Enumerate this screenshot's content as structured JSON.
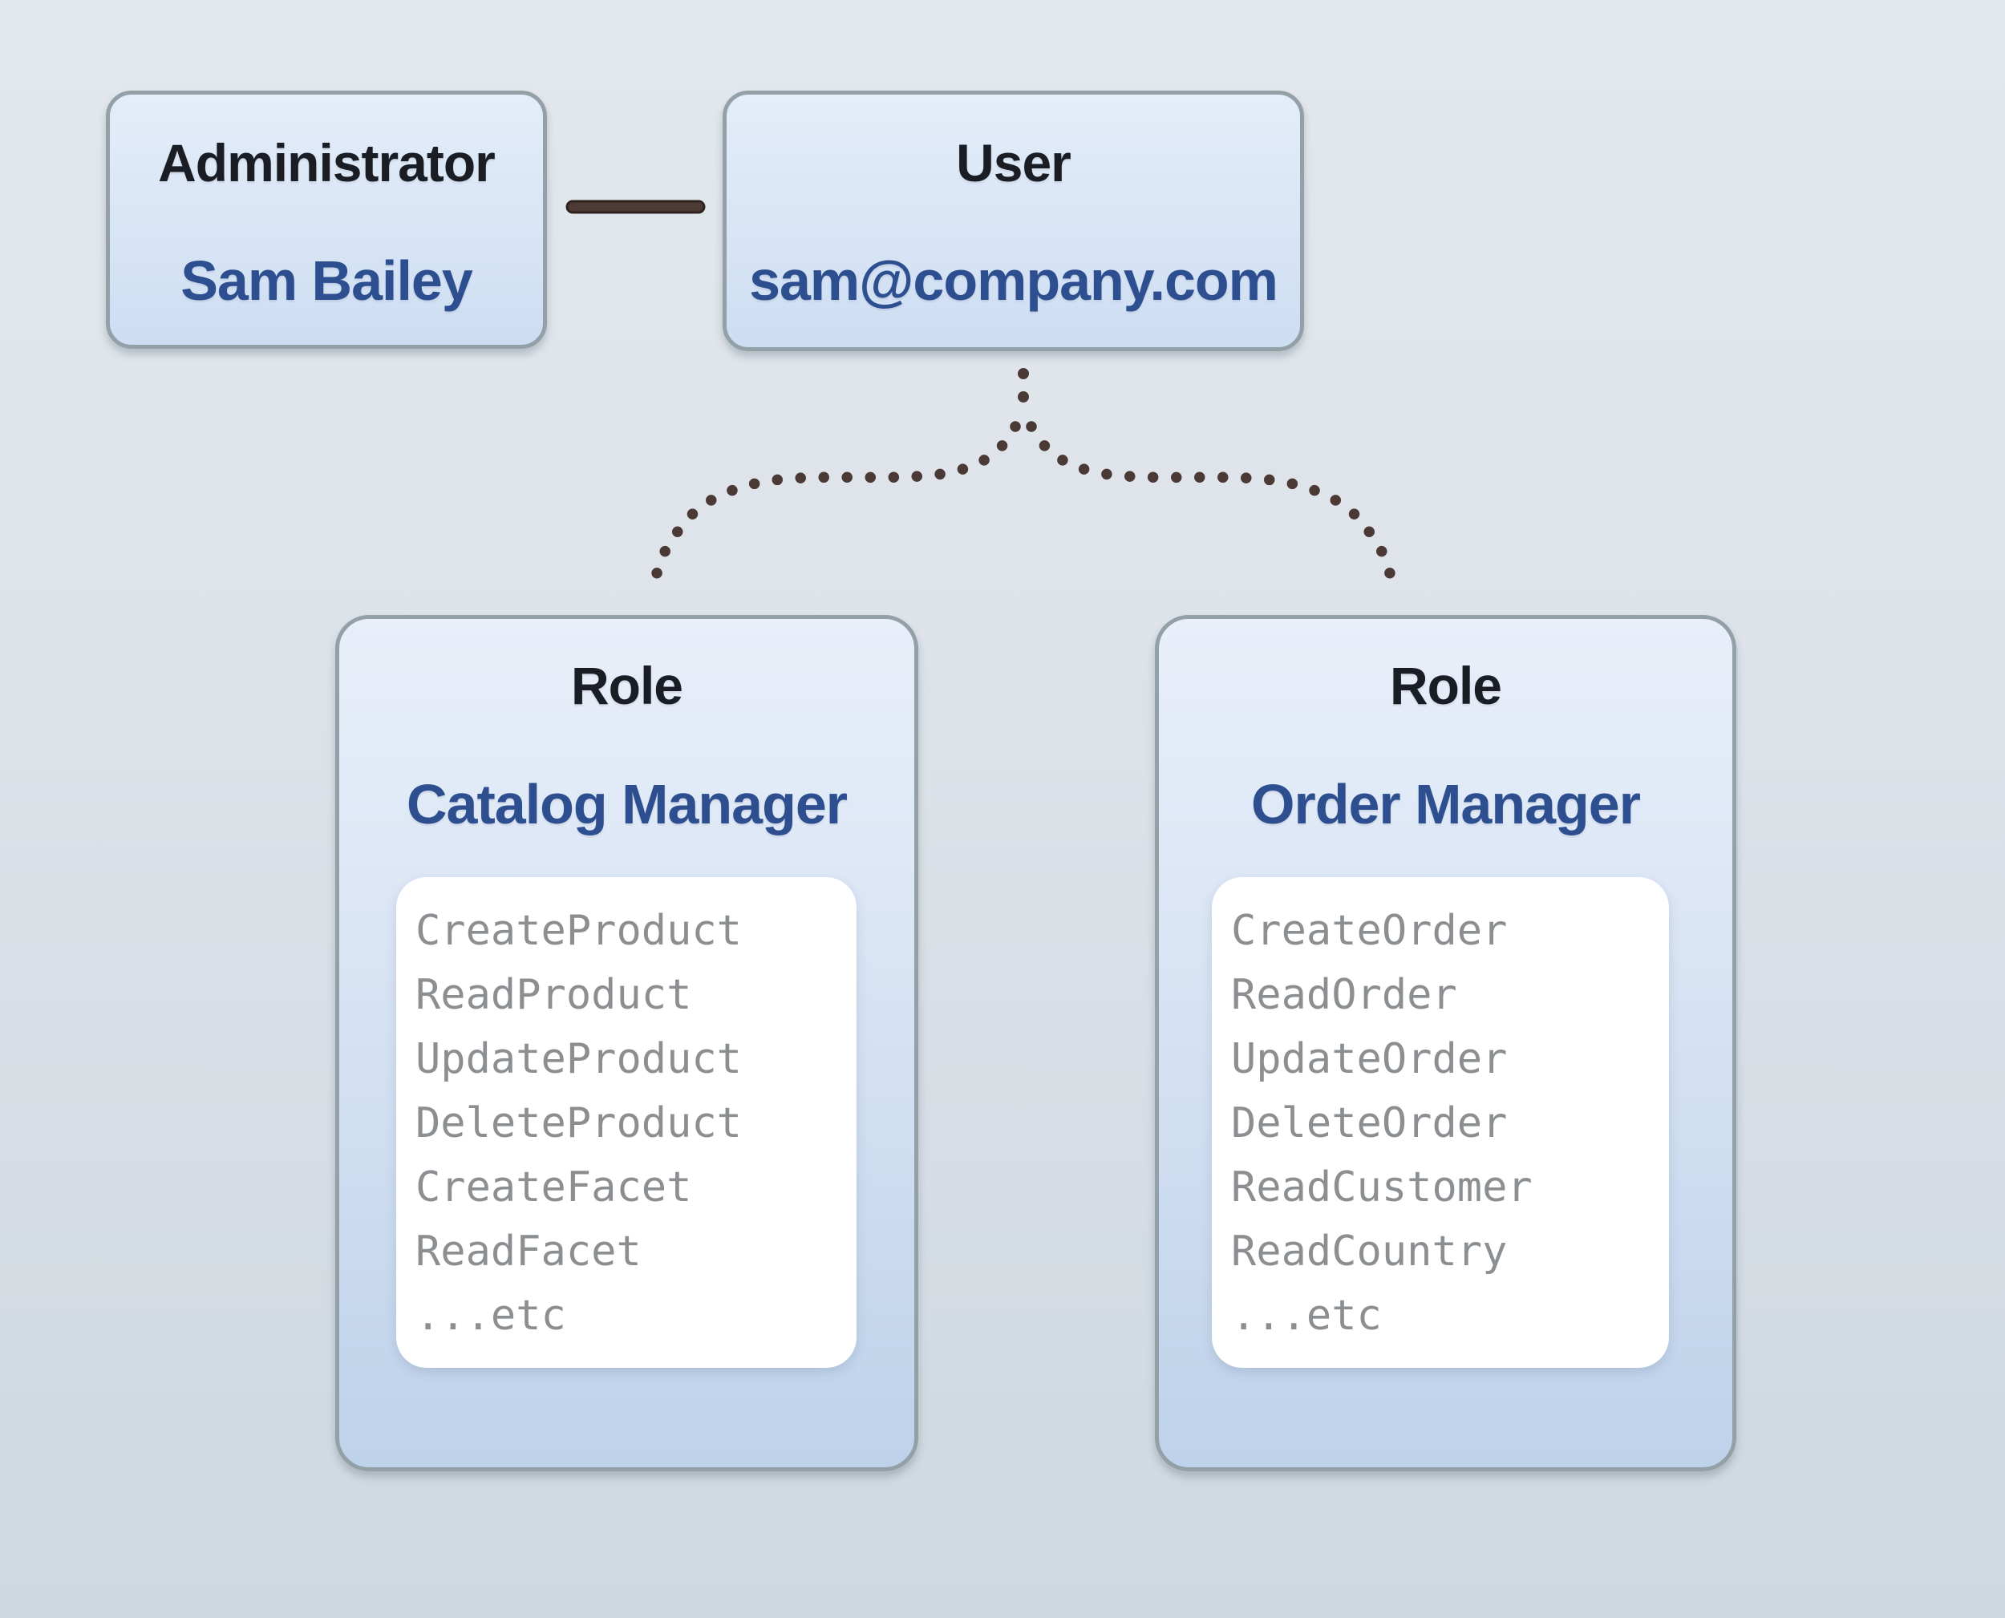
{
  "diagram": {
    "admin_card": {
      "title": "Administrator",
      "name": "Sam Bailey"
    },
    "user_card": {
      "title": "User",
      "email": "sam@company.com"
    },
    "role_cards": [
      {
        "title": "Role",
        "name": "Catalog Manager",
        "permissions": [
          "CreateProduct",
          "ReadProduct",
          "UpdateProduct",
          "DeleteProduct",
          "CreateFacet",
          "ReadFacet",
          "...etc"
        ]
      },
      {
        "title": "Role",
        "name": "Order Manager",
        "permissions": [
          "CreateOrder",
          "ReadOrder",
          "UpdateOrder",
          "DeleteOrder",
          "ReadCustomer",
          "ReadCountry",
          "...etc"
        ]
      }
    ],
    "colors": {
      "background_top": "#e3e8ed",
      "background_bottom": "#cfd8df",
      "card_border": "#94a0a7",
      "card_fill_top": "#e9eff9",
      "card_fill_bottom": "#bed2ea",
      "panel_fill": "#ffffff",
      "title_text": "#1a1d23",
      "accent_text": "#2d4e8f",
      "permission_text": "#8c8f92",
      "connector_line": "#4e3a34",
      "dotted_link": "#4b3936"
    }
  }
}
